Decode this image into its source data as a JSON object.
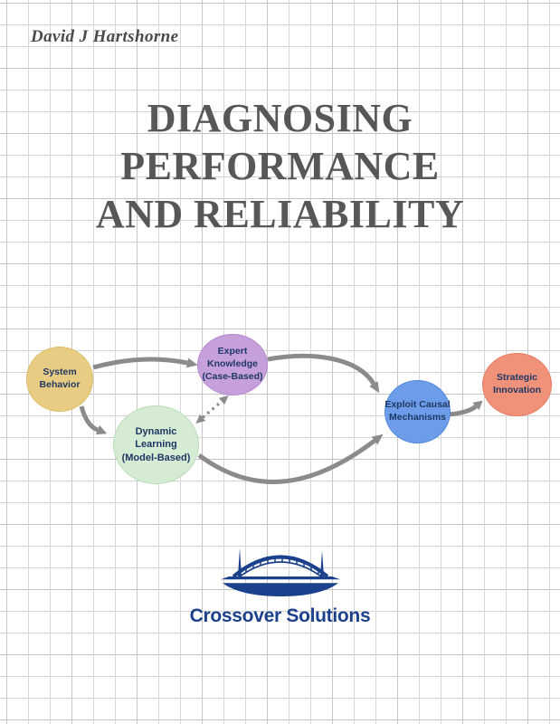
{
  "author": {
    "name": "David J Hartshorne"
  },
  "title": {
    "lines": [
      "DIAGNOSING",
      "PERFORMANCE",
      "AND RELIABILITY"
    ]
  },
  "diagram": {
    "nodes": [
      {
        "id": "system-behavior",
        "lines": [
          "System",
          "Behavior"
        ],
        "fill": "#e9cc83",
        "border": "#dcba5f"
      },
      {
        "id": "expert-knowledge",
        "lines": [
          "Expert",
          "Knowledge",
          "(Case-Based)"
        ],
        "fill": "#c5a0db",
        "border": "#b389cf"
      },
      {
        "id": "dynamic-learning",
        "lines": [
          "Dynamic",
          "Learning",
          "(Model-Based)"
        ],
        "fill": "#d5ebd3",
        "border": "#b9dcb6"
      },
      {
        "id": "exploit-causal",
        "lines": [
          "Exploit Causal",
          "Mechanisms"
        ],
        "fill": "#6d9ce9",
        "border": "#5289dd"
      },
      {
        "id": "strategic-innovation",
        "lines": [
          "Strategic",
          "Innovation"
        ],
        "fill": "#f0917a",
        "border": "#e87b61"
      }
    ],
    "edges": [
      {
        "from": "system-behavior",
        "to": "expert-knowledge",
        "style": "solid",
        "bidirectional": false
      },
      {
        "from": "system-behavior",
        "to": "dynamic-learning",
        "style": "solid",
        "bidirectional": false
      },
      {
        "from": "expert-knowledge",
        "to": "exploit-causal",
        "style": "solid",
        "bidirectional": false
      },
      {
        "from": "dynamic-learning",
        "to": "exploit-causal",
        "style": "solid",
        "bidirectional": false
      },
      {
        "from": "exploit-causal",
        "to": "strategic-innovation",
        "style": "solid",
        "bidirectional": false
      },
      {
        "from": "dynamic-learning",
        "to": "expert-knowledge",
        "style": "dotted",
        "bidirectional": true
      }
    ]
  },
  "logo": {
    "company": "Crossover Solutions",
    "icon": "bridge-icon"
  },
  "colors": {
    "title_text": "#575757",
    "author_text": "#4a4a4a",
    "node_text": "#1f3864",
    "arrow": "#8b8b8b",
    "logo": "#1c418c"
  }
}
